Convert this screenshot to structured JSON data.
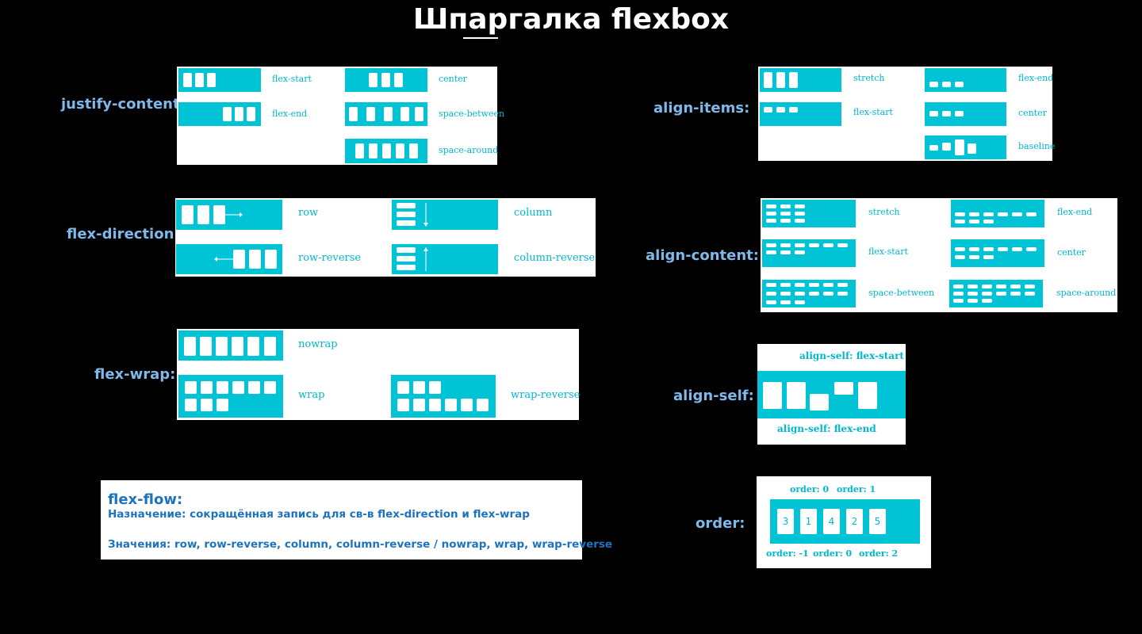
{
  "title": "Шпаргалка flexbox",
  "colors": {
    "accent": "#00c3d6",
    "label": "#7fb8ea",
    "flow_text": "#1e73be",
    "background": "#000000"
  },
  "justify_content": {
    "label": "justify-content",
    "values": {
      "flex_start": "flex-start",
      "flex_end": "flex-end",
      "center": "center",
      "space_between": "space-between",
      "space_around": "space-around"
    }
  },
  "align_items": {
    "label": "align-items:",
    "values": {
      "stretch": "stretch",
      "flex_start": "flex-start",
      "flex_end": "flex-end",
      "center": "center",
      "baseline": "baseline"
    }
  },
  "flex_direction": {
    "label": "flex-direction:",
    "values": {
      "row": "row",
      "row_reverse": "row-reverse",
      "column": "column",
      "column_reverse": "column-reverse"
    }
  },
  "align_content": {
    "label": "align-content:",
    "values": {
      "stretch": "stretch",
      "flex_start": "flex-start",
      "space_between": "space-between",
      "flex_end": "flex-end",
      "center": "center",
      "space_around": "space-around"
    }
  },
  "flex_wrap": {
    "label": "flex-wrap:",
    "values": {
      "nowrap": "nowrap",
      "wrap": "wrap",
      "wrap_reverse": "wrap-reverse"
    }
  },
  "align_self": {
    "label": "align-self:",
    "top_caption": "align-self: flex-start",
    "bottom_caption": "align-self: flex-end"
  },
  "flex_flow": {
    "title": "flex-flow:",
    "purpose": "Назначение: сокращённая запись для св-в flex-direction и flex-wrap",
    "values": "Значения: row, row-reverse, column, column-reverse / nowrap, wrap, wrap-reverse"
  },
  "order": {
    "label": "order:",
    "items": [
      "3",
      "1",
      "4",
      "2",
      "5"
    ],
    "top_labels": [
      "order: 0",
      "order: 1"
    ],
    "bottom_labels": [
      "order: -1",
      "order: 0",
      "order: 2"
    ]
  }
}
